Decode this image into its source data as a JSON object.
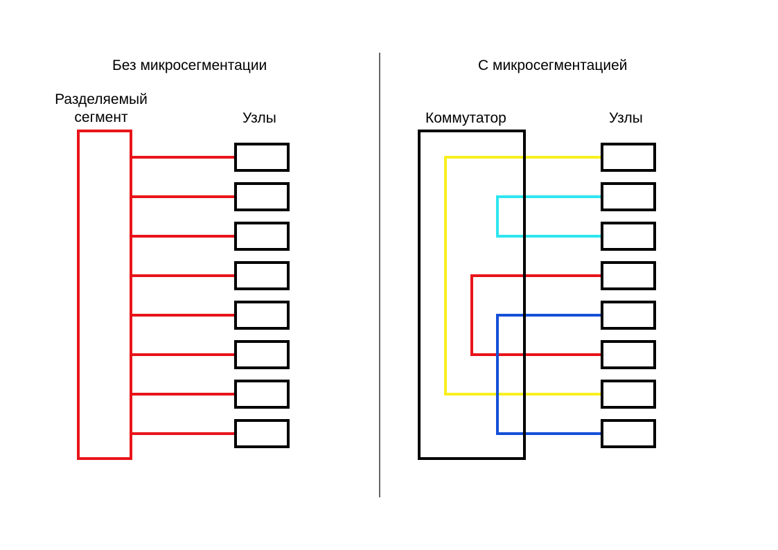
{
  "left_panel": {
    "title": "Без микросегментации",
    "segment_label_line1": "Разделяемый",
    "segment_label_line2": "сегмент",
    "nodes_label": "Узлы",
    "node_count": 8,
    "link_color": "#e8141a"
  },
  "right_panel": {
    "title": "С микросегментацией",
    "switch_label": "Коммутатор",
    "nodes_label": "Узлы",
    "node_count": 8,
    "connections": [
      {
        "color_name": "yellow",
        "color": "#f7f020",
        "nodes": [
          1,
          7
        ]
      },
      {
        "color_name": "cyan",
        "color": "#2de6f0",
        "nodes": [
          2,
          3
        ]
      },
      {
        "color_name": "red",
        "color": "#e8141a",
        "nodes": [
          4,
          6
        ]
      },
      {
        "color_name": "blue",
        "color": "#1450d8",
        "nodes": [
          5,
          8
        ]
      }
    ]
  },
  "colors": {
    "outline": "#000000",
    "divider": "#333333"
  }
}
